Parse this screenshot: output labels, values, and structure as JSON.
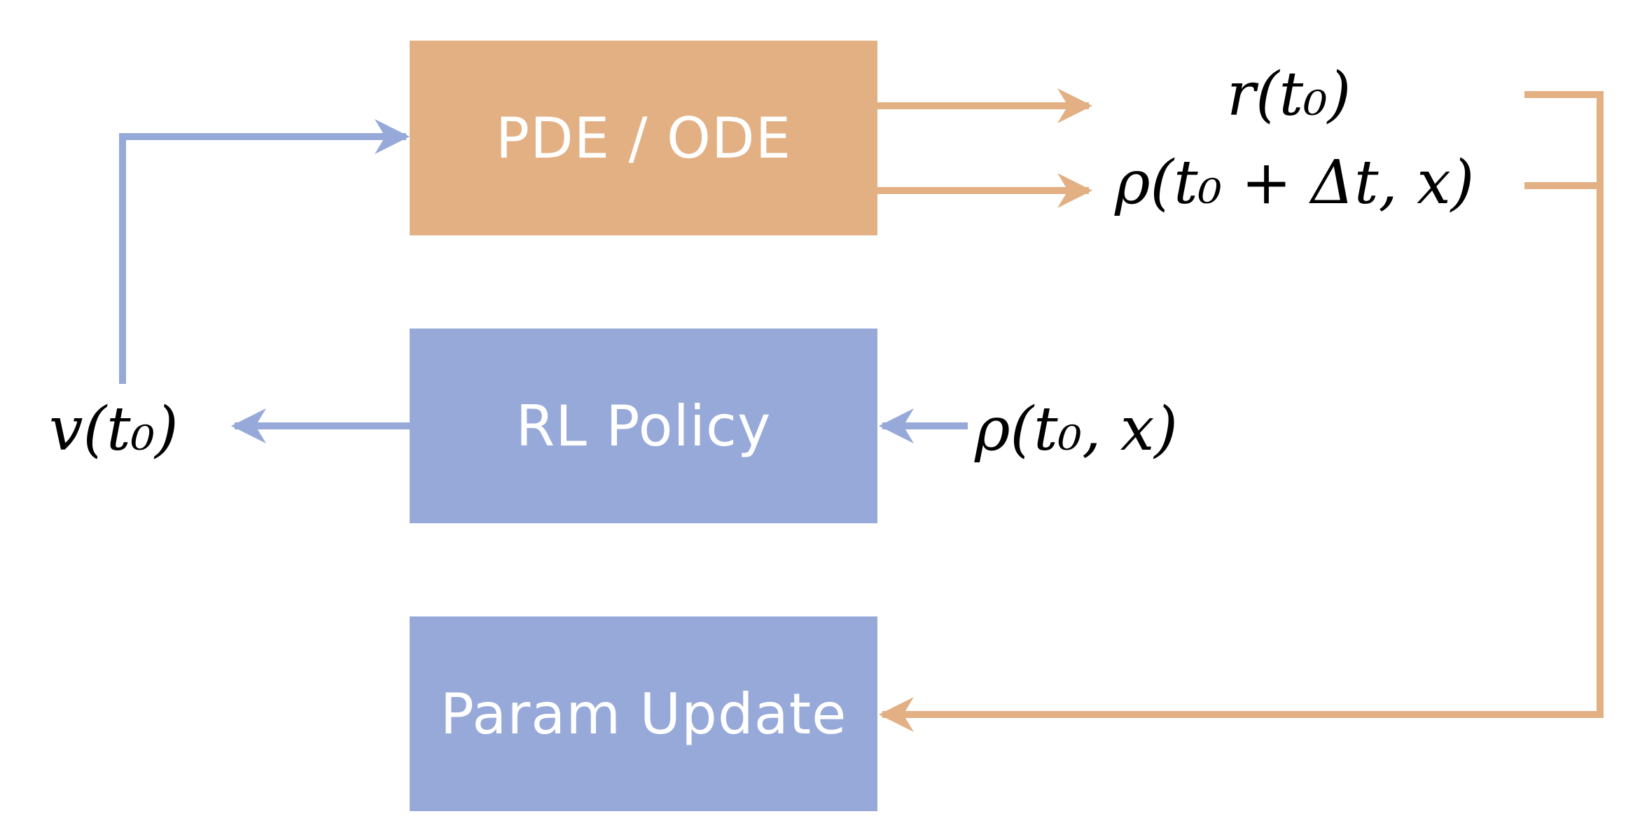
{
  "colors": {
    "orange": "#E3B084",
    "blue": "#97A9D9",
    "text_on_box": "#FFFFFF",
    "math_text": "#000000"
  },
  "blocks": {
    "pde_ode": "PDE / ODE",
    "rl_policy": "RL Policy",
    "param_update": "Param Update"
  },
  "signals": {
    "reward": "r(t₀)",
    "next_state": "ρ(t₀ + Δt, x)",
    "state": "ρ(t₀, x)",
    "action": "v(t₀)"
  }
}
